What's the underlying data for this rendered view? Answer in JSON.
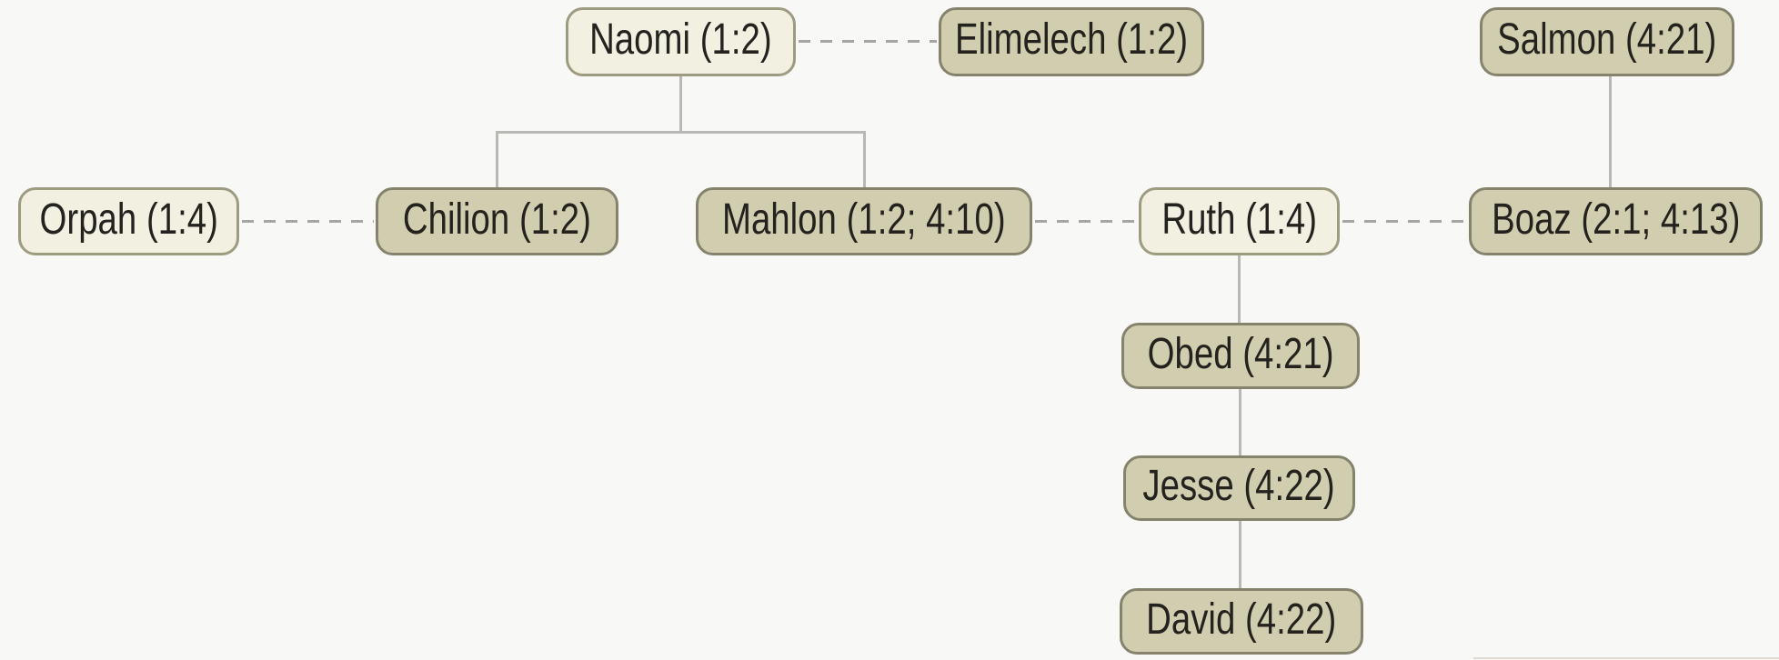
{
  "palette": {
    "background": "#f8f8f6",
    "female_fill": "#f2f0e1",
    "female_border": "#9d9b80",
    "male_fill": "#d0ceae",
    "male_border": "#85836c",
    "solid_line": "#b9b8b4",
    "dashed_line": "#a6a5a1",
    "text": "#23221e"
  },
  "nodes": {
    "naomi": {
      "label": "Naomi (1:2)",
      "variant": "female"
    },
    "elimelech": {
      "label": "Elimelech (1:2)",
      "variant": "male"
    },
    "salmon": {
      "label": "Salmon (4:21)",
      "variant": "male"
    },
    "orpah": {
      "label": "Orpah (1:4)",
      "variant": "female"
    },
    "chilion": {
      "label": "Chilion (1:2)",
      "variant": "male"
    },
    "mahlon": {
      "label": "Mahlon (1:2; 4:10)",
      "variant": "male"
    },
    "ruth": {
      "label": "Ruth (1:4)",
      "variant": "female"
    },
    "boaz": {
      "label": "Boaz (2:1; 4:13)",
      "variant": "male"
    },
    "obed": {
      "label": "Obed (4:21)",
      "variant": "male"
    },
    "jesse": {
      "label": "Jesse (4:22)",
      "variant": "male"
    },
    "david": {
      "label": "David (4:22)",
      "variant": "male"
    }
  },
  "relationships": {
    "marriages": [
      [
        "Naomi",
        "Elimelech"
      ],
      [
        "Orpah",
        "Chilion"
      ],
      [
        "Mahlon",
        "Ruth"
      ],
      [
        "Ruth",
        "Boaz"
      ]
    ],
    "descents": [
      {
        "parents": "Naomi & Elimelech",
        "children": [
          "Chilion",
          "Mahlon"
        ]
      },
      {
        "parents": "Salmon",
        "children": [
          "Boaz"
        ]
      },
      {
        "parents": "Ruth & Boaz",
        "children": [
          "Obed"
        ]
      },
      {
        "parents": "Obed",
        "children": [
          "Jesse"
        ]
      },
      {
        "parents": "Jesse",
        "children": [
          "David"
        ]
      }
    ]
  }
}
